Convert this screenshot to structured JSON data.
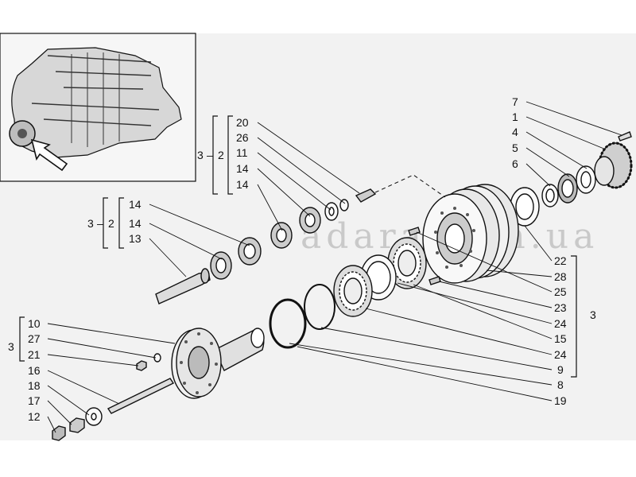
{
  "watermark": "adara.com.ua",
  "groups": {
    "top": {
      "outer": "3",
      "inner": "2"
    },
    "mid": {
      "outer": "3",
      "inner": "2"
    },
    "right": {
      "outer": "3"
    },
    "left": {
      "outer": "3"
    }
  },
  "labels": {
    "top_stack": [
      "20",
      "26",
      "11",
      "14",
      "14"
    ],
    "mid_stack": [
      "14",
      "14",
      "13"
    ],
    "upper_right": [
      "7",
      "1",
      "4",
      "5",
      "6"
    ],
    "right_stack": [
      "22",
      "28",
      "25",
      "23",
      "24",
      "15",
      "24",
      "9",
      "8",
      "19"
    ],
    "left_stack": [
      "10",
      "27",
      "21",
      "16",
      "18",
      "17",
      "12"
    ]
  },
  "colors": {
    "ink": "#111111",
    "paper": "#f2f2f2",
    "watermark": "#c9c9c9"
  }
}
